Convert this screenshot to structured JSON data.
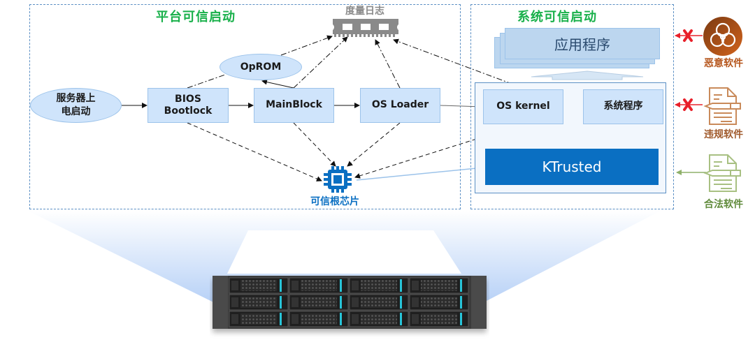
{
  "platform_section": {
    "title": "平台可信启动",
    "nodes": {
      "power_on": "服务器上\n电启动",
      "bios": "BIOS\nBootlock",
      "mainblock": "MainBlock",
      "os_loader": "OS Loader",
      "oprom": "OpROM"
    },
    "measurement_log": "度量日志",
    "trusted_root_chip": "可信根芯片"
  },
  "system_section": {
    "title": "系统可信启动",
    "applications": "应用程序",
    "os_kernel": "OS kernel",
    "system_programs": "系统程序",
    "ktrusted": "KTrusted"
  },
  "external_software": [
    {
      "label": "恶意软件",
      "status": "blocked",
      "color": "#b5541a"
    },
    {
      "label": "违规软件",
      "status": "blocked",
      "color": "#a05a2c"
    },
    {
      "label": "合法软件",
      "status": "allowed",
      "color": "#5f8a3a"
    }
  ],
  "colors": {
    "section_title": "#18b04a",
    "node_fill": "#cfe4fb",
    "node_border": "#9cc3ea",
    "ktrusted": "#0a6fc2",
    "chip": "#0a6fc2",
    "blocked_arrow": "#e8202a",
    "allowed_arrow": "#8fb06a"
  }
}
